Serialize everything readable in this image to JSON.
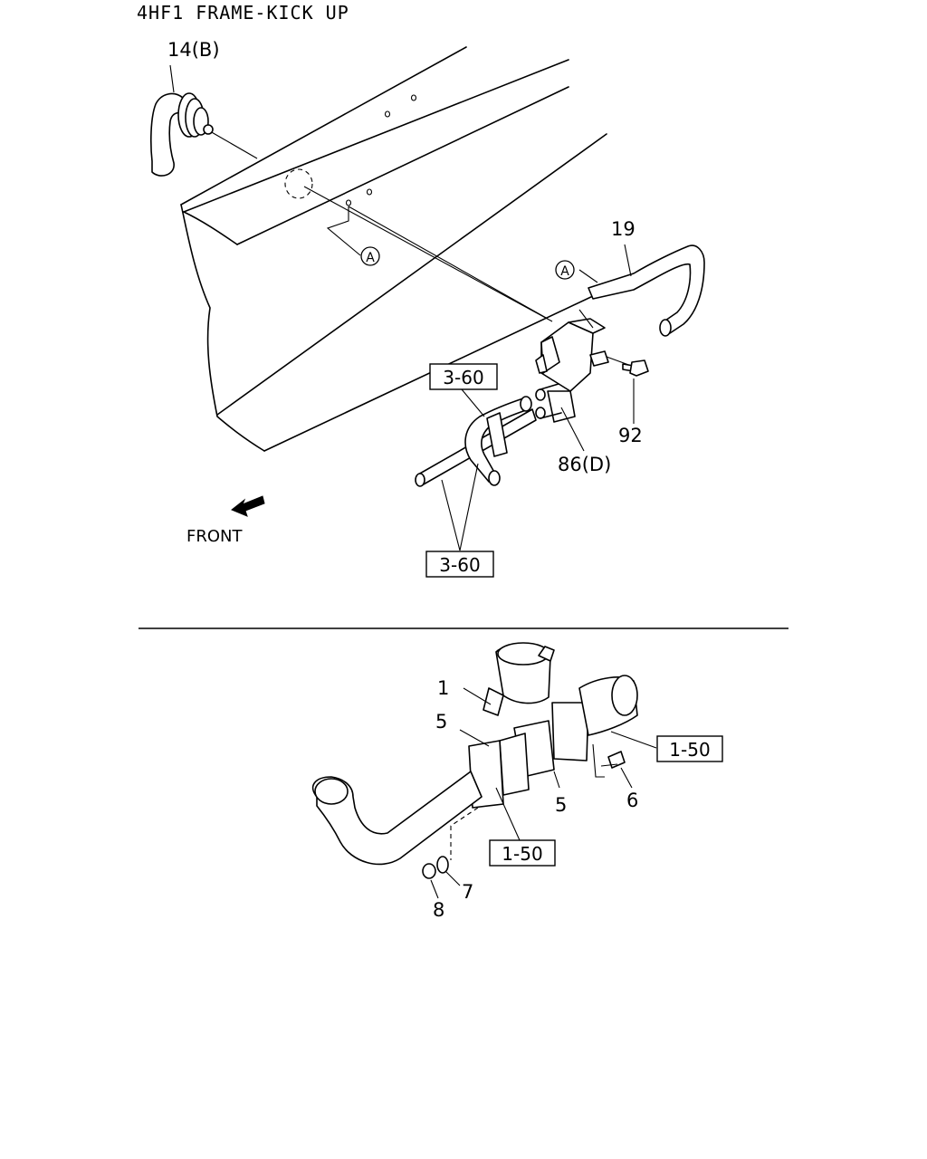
{
  "title": "4HF1 FRAME-KICK UP",
  "labels": {
    "part_14b": "14(B)",
    "part_19": "19",
    "part_92": "92",
    "part_86d": "86(D)",
    "ref_a": "A",
    "front": "FRONT",
    "part_1": "1",
    "part_5": "5",
    "part_6": "6",
    "part_7": "7",
    "part_8": "8"
  },
  "ref_boxes": {
    "upper_top": "3-60",
    "upper_bottom": "3-60",
    "lower_right": "1-50",
    "lower_left": "1-50"
  }
}
